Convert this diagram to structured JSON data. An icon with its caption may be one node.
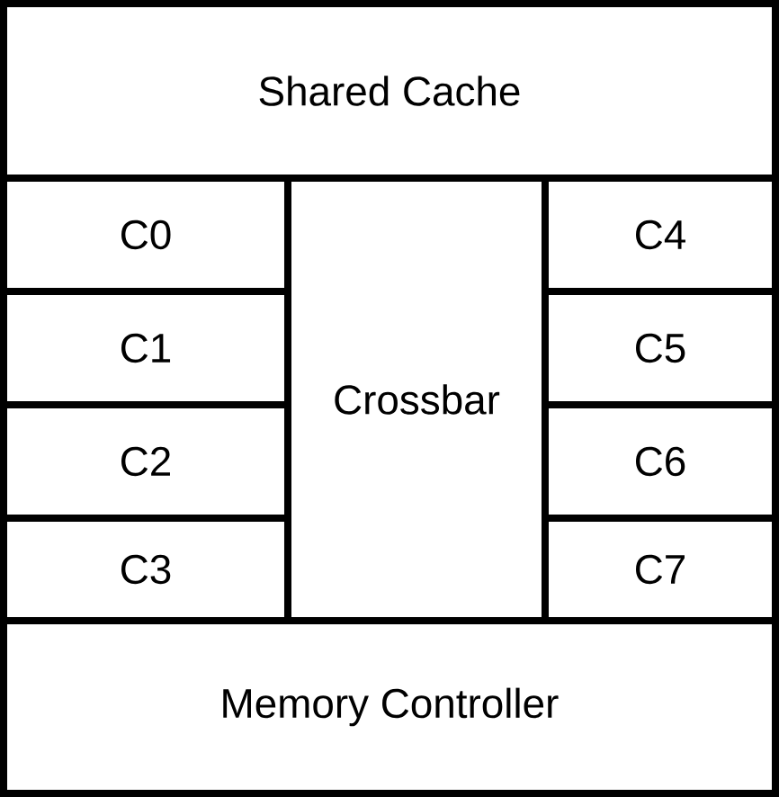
{
  "diagram": {
    "nodes": [
      {
        "text": [
          "Shared Cache"
        ]
      },
      {
        "text": [
          "C0"
        ]
      },
      {
        "text": [
          "C1"
        ]
      },
      {
        "text": [
          "C2"
        ]
      },
      {
        "text": [
          "C3"
        ]
      },
      {
        "text": [
          "Crossbar"
        ]
      },
      {
        "text": [
          "C4"
        ]
      },
      {
        "text": [
          "C5"
        ]
      },
      {
        "text": [
          "C6"
        ]
      },
      {
        "text": [
          "C7"
        ]
      },
      {
        "text": [
          "Memory Controller"
        ]
      }
    ]
  }
}
